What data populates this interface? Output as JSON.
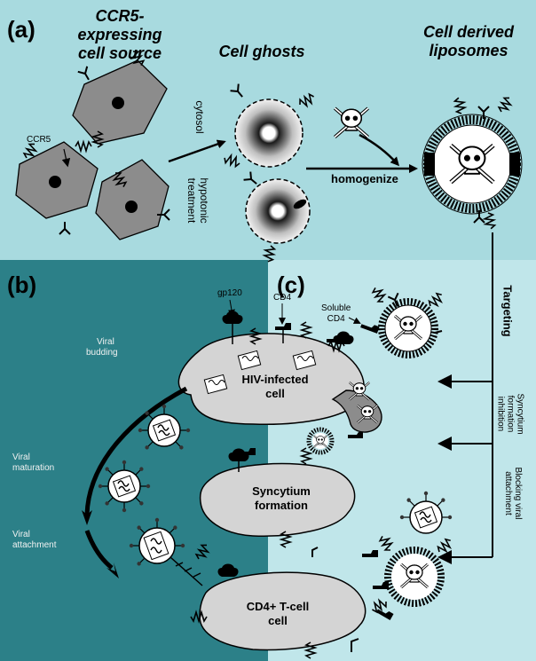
{
  "panels": {
    "a": "(a)",
    "b": "(b)",
    "c": "(c)"
  },
  "headings": {
    "source_line1": "CCR5-",
    "source_line2": "expressing",
    "source_line3": "cell source",
    "ghosts": "Cell ghosts",
    "liposomes_line1": "Cell derived",
    "liposomes_line2": "liposomes"
  },
  "labels": {
    "ccr5": "CCR5",
    "cytosol": "cytosol",
    "hypotonic_line1": "hypotonic",
    "hypotonic_line2": "treatment",
    "homogenize": "homogenize",
    "gp120": "gp120",
    "cd4": "CD4",
    "soluble_line1": "Soluble",
    "soluble_line2": "CD4",
    "targeting": "Targeting",
    "syncytium_inhibition_line1": "Syncytium",
    "syncytium_inhibition_line2": "formation",
    "syncytium_inhibition_line3": "inhibition",
    "blocking_line1": "Blocking viral",
    "blocking_line2": "attachment",
    "viral_budding_line1": "Viral",
    "viral_budding_line2": "budding",
    "viral_maturation_line1": "Viral",
    "viral_maturation_line2": "maturation",
    "viral_attachment": "Viral attachment"
  },
  "cells": {
    "hiv_line1": "HIV-infected",
    "hiv_line2": "cell",
    "syncytium_line1": "Syncytium",
    "syncytium_line2": "formation",
    "tcell_line1": "CD4+ T-cell",
    "tcell_line2": "cell"
  },
  "colors": {
    "panel_a_bg": "#a8dadf",
    "panel_b_bg": "#2c8088",
    "panel_c_bg": "#c0e6ea",
    "cell_gray": "#8c8c8c",
    "cell_light": "#d4d4d4",
    "outline": "#000000"
  },
  "icons": [
    "skull-crossbones-icon",
    "liposome-icon",
    "virion-icon",
    "cell-ghost-icon"
  ]
}
